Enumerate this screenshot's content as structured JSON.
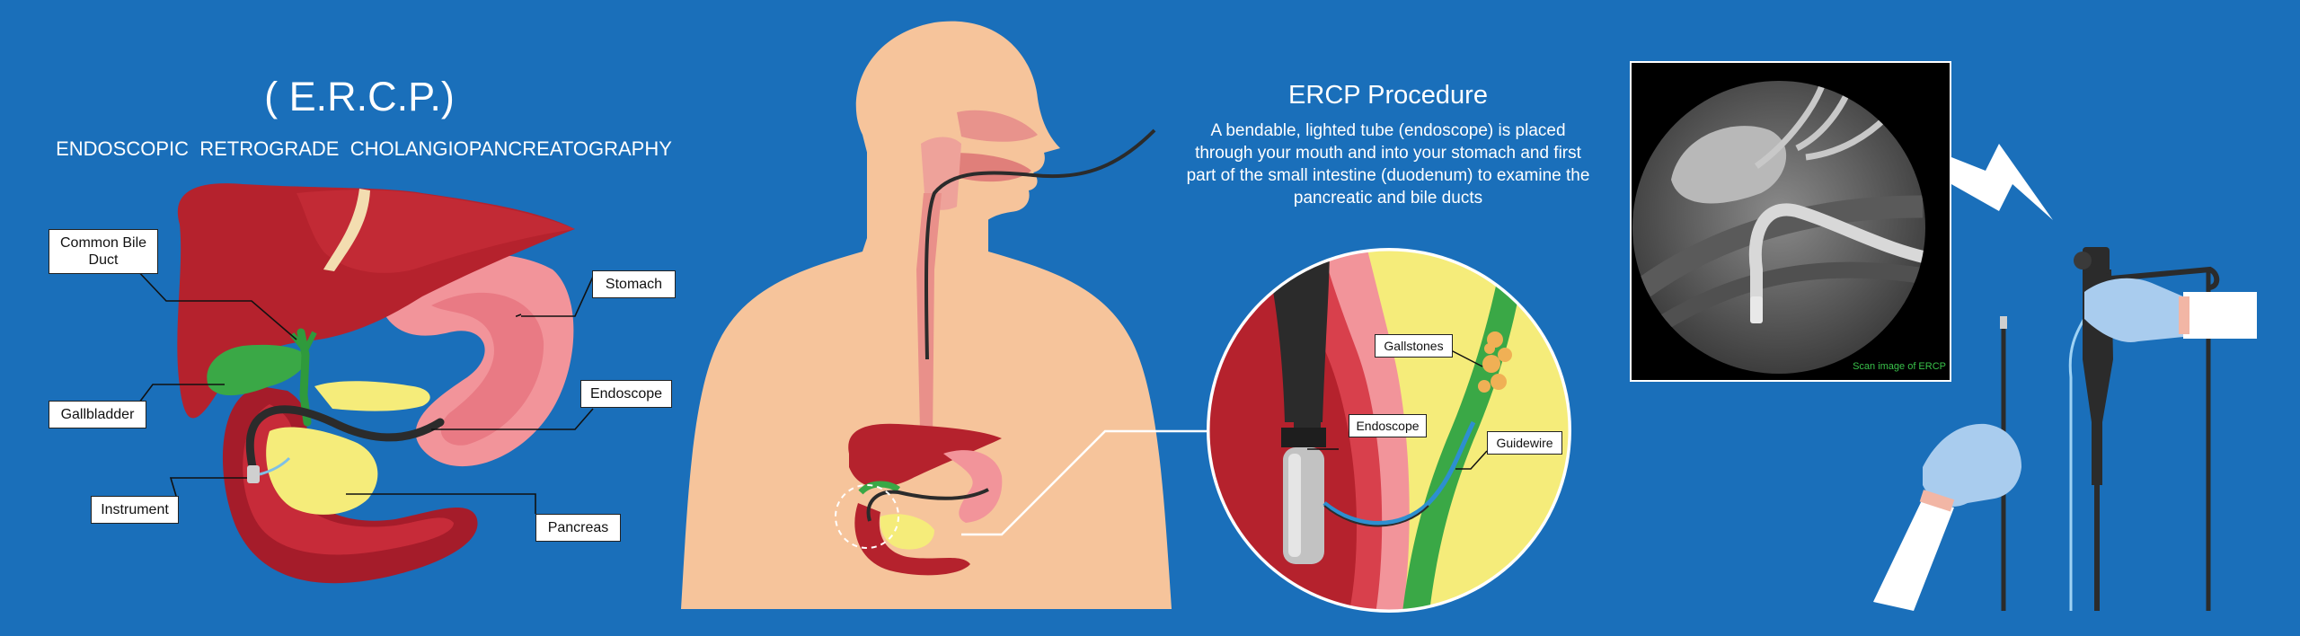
{
  "header": {
    "acronym": "( E.R.C.P.)",
    "full_name": "ENDOSCOPIC  RETROGRADE  CHOLANGIOPANCREATOGRAPHY"
  },
  "procedure": {
    "title": "ERCP Procedure",
    "description_lines": [
      "A bendable, lighted tube (endoscope) is placed",
      "through your mouth and into your stomach and first",
      "part of the small intestine (duodenum) to examine the",
      "pancreatic and bile ducts"
    ]
  },
  "organ_labels": {
    "common_bile_duct": [
      "Common Bile",
      "Duct"
    ],
    "stomach": "Stomach",
    "gallbladder": "Gallbladder",
    "endoscope": "Endoscope",
    "instrument": "Instrument",
    "pancreas": "Pancreas"
  },
  "zoom_labels": {
    "gallstones": "Gallstones",
    "endoscope": "Endoscope",
    "guidewire": "Guidewire"
  },
  "scan_caption": "Scan image of ERCP",
  "colors": {
    "background": "#1a6fba",
    "liver": "#b5222d",
    "stomach": "#f2949a",
    "gallbladder": "#3aa846",
    "pancreas": "#f5ec7a",
    "skin": "#f6c49b",
    "glove": "#a9ccee",
    "label_box": "#ffffff"
  },
  "icons": [
    "lightning-bolt-icon"
  ]
}
